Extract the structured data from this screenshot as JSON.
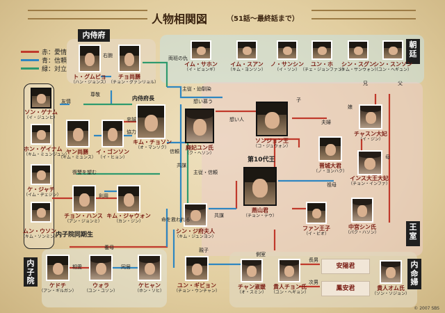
{
  "header": {
    "title": "人物相関図",
    "subtitle": "（51話～最終話まで）"
  },
  "sections": {
    "naishifu": "内侍府",
    "chotei": "朝廷",
    "oushitsu": "王室",
    "naishiin": "内子院",
    "naimeifu": "内命婦",
    "dokisei": "内子院同期生"
  },
  "legend": [
    {
      "label": "赤：愛情",
      "color": "#c0392b"
    },
    {
      "label": "青：信頼",
      "color": "#2e86c1"
    },
    {
      "label": "緑：対立",
      "color": "#2e9a6e"
    }
  ],
  "people": [
    {
      "name": "ト・グムピョ",
      "yomi": "（ハン・ジョンス）"
    },
    {
      "name": "チョ尚膳",
      "yomi": "（チョン・グァンリョル）"
    },
    {
      "name": "ソン・ゲナム",
      "yomi": "（イ・ジュンヒ）"
    },
    {
      "name": "ホン・ゲイナム",
      "yomi": "（キム・ミュンジュン）"
    },
    {
      "name": "ケ・ジャチ",
      "yomi": "（イム・ヂェジン）"
    },
    {
      "name": "ムン・ウソン",
      "yomi": "（キム・ソンミン）"
    },
    {
      "name": "ヤン尚膳",
      "yomi": "（キム・ミュンス）"
    },
    {
      "name": "イ・ゴンソン",
      "yomi": "（イ・ヒョン）"
    },
    {
      "name": "キム・チョソン",
      "yomi": "（オ・マンソク）"
    },
    {
      "name": "チョン・ハンス",
      "yomi": "（アン・ジョンミ）"
    },
    {
      "name": "キム・ジャウォン",
      "yomi": "（カン・ジン）"
    },
    {
      "name": "イム・サホン",
      "yomi": "（イ・ビョンギ）"
    },
    {
      "name": "イム・スアン",
      "yomi": "（キム・ヨンソン）"
    },
    {
      "name": "ノ・サンシン",
      "yomi": "（イ・ソン）"
    },
    {
      "name": "ユン・ホ",
      "yomi": "（チェ・ジョンファン）"
    },
    {
      "name": "シン・スグン",
      "yomi": "（キム・サンウォン）"
    },
    {
      "name": "シン・スンソン",
      "yomi": "（ユン・ヘギュン）"
    },
    {
      "name": "廃妃ユン氏",
      "yomi": "（ク・ヘソン）"
    },
    {
      "name": "ソンジョン王",
      "yomi": "（コ・ジュウォン）"
    },
    {
      "name": "チャスン大妃",
      "yomi": "（イ・ジン）"
    },
    {
      "name": "晋城大君",
      "yomi": "（ノ・ヨンハク）"
    },
    {
      "name": "インス大王大妃",
      "yomi": "（チョン・インファ）"
    },
    {
      "name": "燕山君",
      "yomi": "（チョン・テウ）"
    },
    {
      "name": "ファン王子",
      "yomi": "（イ・ビオ）"
    },
    {
      "name": "中宮シン氏",
      "yomi": "（パク・ハソン）"
    },
    {
      "name": "シン・ジ府夫人",
      "yomi": "（キム・ジュンヨン）"
    },
    {
      "name": "ユン・ギビョン",
      "yomi": "（チョン・ウンチャン）"
    },
    {
      "name": "ケドチ",
      "yomi": "（アン・ギルガン）"
    },
    {
      "name": "ウォラ",
      "yomi": "（ユン・ユソン）"
    },
    {
      "name": "ケヒャン",
      "yomi": "（ホン・ソヒ）"
    },
    {
      "name": "チャン淑媛",
      "yomi": "（オ・スミン）"
    },
    {
      "name": "貴人チョン氏",
      "yomi": "（ユン・ヘギョン）"
    },
    {
      "name": "貴人オム氏",
      "yomi": "（ソン・ソジョン）"
    }
  ],
  "boxes": {
    "anyang": "安陽君",
    "bongan": "鳳安君"
  },
  "relations": [
    "右腕",
    "両班の仇",
    "主従・幼馴染",
    "想い慕う",
    "友情",
    "尊敬",
    "内侍府長",
    "忠誠",
    "協力",
    "信頼",
    "復讐を望む",
    "共謀",
    "想い人",
    "子",
    "夫婦",
    "娘",
    "祖母",
    "母",
    "父",
    "兄",
    "親子",
    "相愛",
    "同居",
    "命を救われる",
    "側室",
    "長男",
    "次男",
    "第10代王",
    "利用",
    "養母",
    "主従・信頼",
    "共謀"
  ],
  "copyright": "© 2007 SBS"
}
